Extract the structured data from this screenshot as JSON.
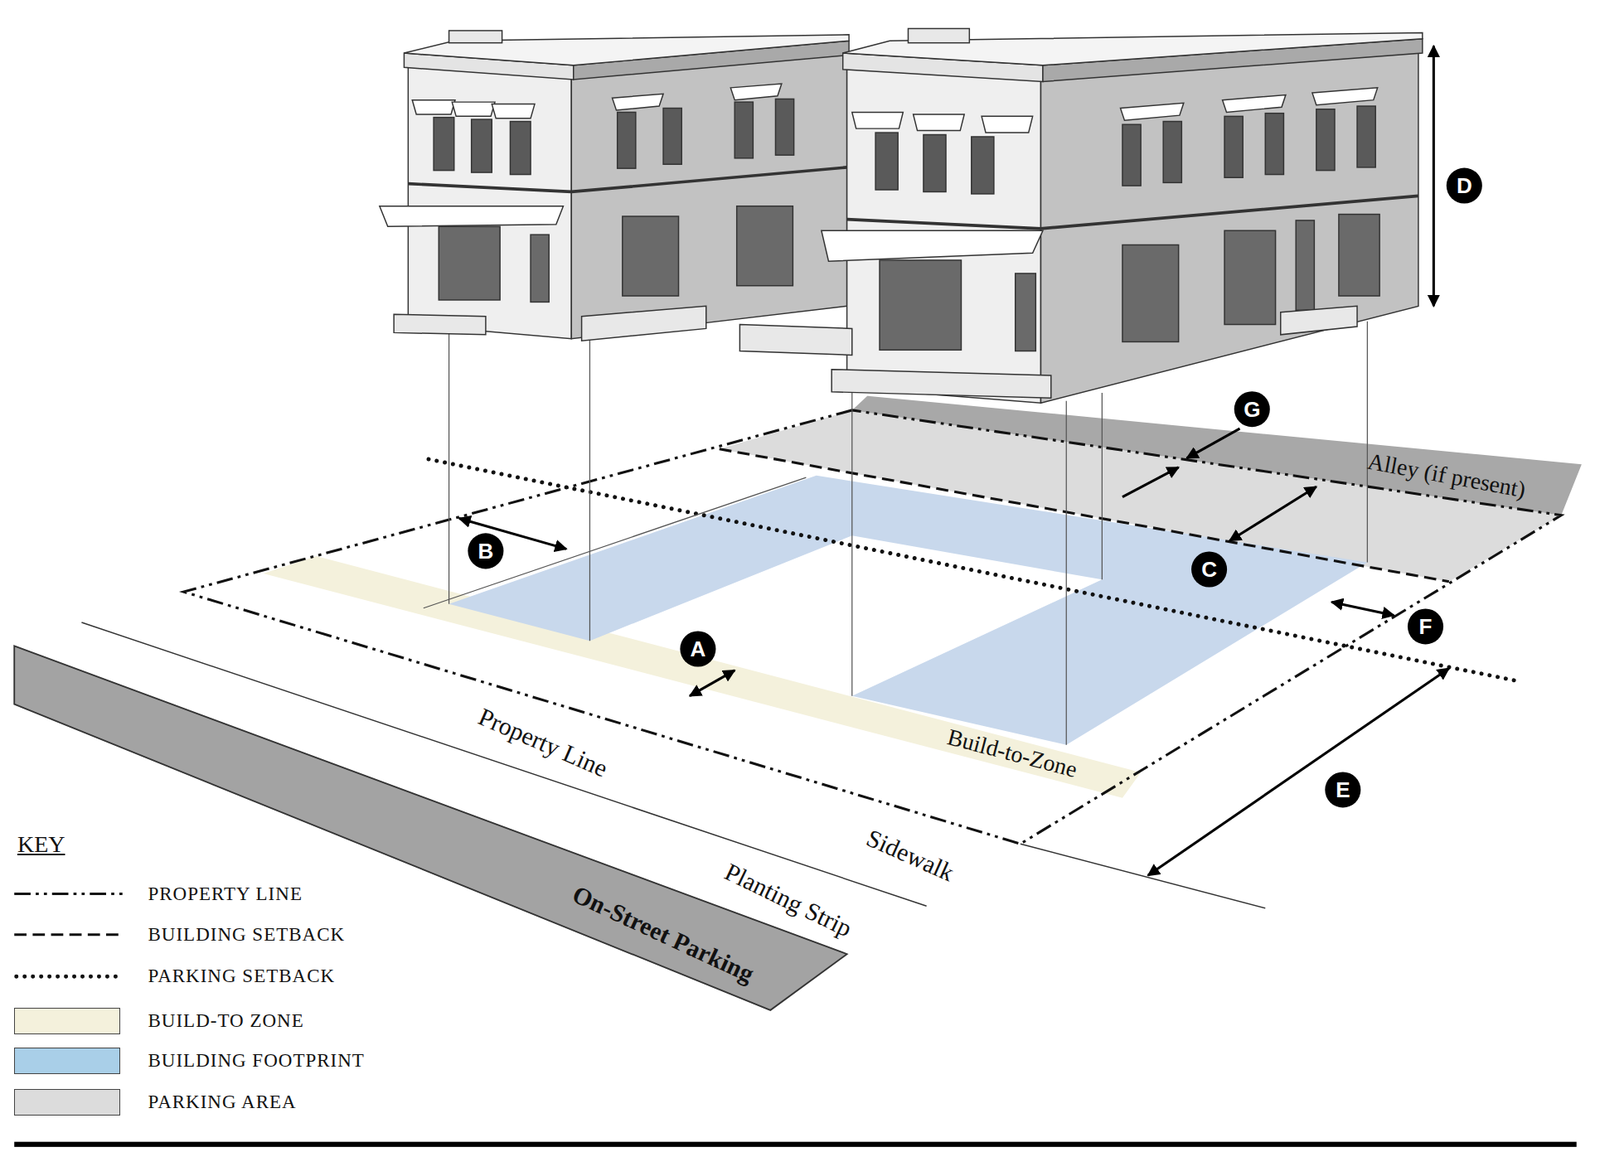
{
  "diagram": {
    "nodes": [
      {
        "text": [
          "Alley (if present)"
        ]
      },
      {
        "text": [
          "Build-to-Zone"
        ]
      },
      {
        "text": [
          "On-Street Parking"
        ]
      }
    ],
    "labels": [
      "D",
      "G",
      "B",
      "C",
      "F",
      "A",
      "Property Line",
      "E",
      "Sidewalk",
      "Planting Strip",
      "KEY"
    ],
    "legend": [
      {
        "text": "PROPERTY LINE"
      },
      {
        "text": "BUILDING SETBACK"
      },
      {
        "text": "PARKING SETBACK"
      },
      {
        "text": "BUILD-TO ZONE",
        "color": "#f4f1dc"
      },
      {
        "text": "BUILDING FOOTPRINT",
        "color": "#a9cfe8"
      },
      {
        "text": "PARKING AREA",
        "color": "#dcdcdc"
      }
    ]
  }
}
